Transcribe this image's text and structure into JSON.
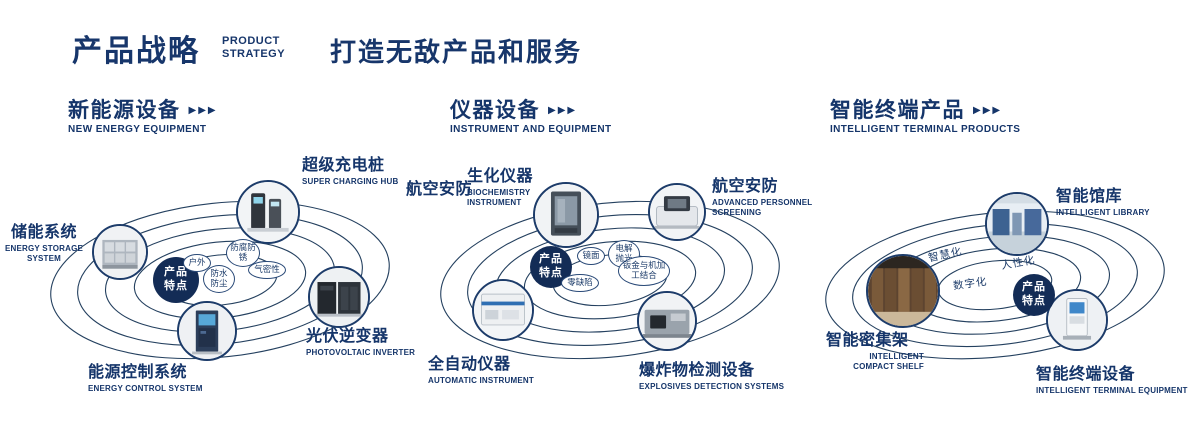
{
  "colors": {
    "accent": "#17366b",
    "badge_bg": "#132c56",
    "ring_stroke": "#24405f"
  },
  "arrow_glyph": "▶▶▶",
  "header": {
    "title": "产品战略",
    "subtitle_line1": "PRODUCT",
    "subtitle_line2": "STRATEGY",
    "tagline": "打造无敌产品和服务"
  },
  "badge": {
    "line1": "产品",
    "line2": "特点"
  },
  "sections": [
    {
      "title": "新能源设备",
      "subtitle": "NEW ENERGY EQUIPMENT",
      "tags": [
        "户外",
        "防腐防锈",
        "气密性",
        "防水防尘"
      ],
      "nodes": [
        {
          "label": "超级充电桩",
          "sublabel": "SUPER CHARGING HUB"
        },
        {
          "label": "储能系统",
          "sublabel": "ENERGY STORAGE SYSTEM"
        },
        {
          "label": "光伏逆变器",
          "sublabel": "PHOTOVOLTAIC INVERTER"
        },
        {
          "label": "能源控制系统",
          "sublabel": "ENERGY CONTROL SYSTEM"
        }
      ]
    },
    {
      "title": "仪器设备",
      "subtitle": "INSTRUMENT AND EQUIPMENT",
      "extra_label": "航空安防",
      "tags": [
        "镜面",
        "电解抛光",
        "零缺陷",
        "钣金与机加工结合"
      ],
      "nodes": [
        {
          "label": "生化仪器",
          "sublabel": "BIOCHEMISTRY INSTRUMENT"
        },
        {
          "label": "航空安防",
          "sublabel": "ADVANCED PERSONNEL SCREENING"
        },
        {
          "label": "全自动仪器",
          "sublabel": "AUTOMATIC INSTRUMENT"
        },
        {
          "label": "爆炸物检测设备",
          "sublabel": "EXPLOSIVES DETECTION SYSTEMS"
        }
      ]
    },
    {
      "title": "智能终端产品",
      "subtitle": "INTELLIGENT TERMINAL PRODUCTS",
      "tags": [
        "智慧化",
        "人性化",
        "数字化"
      ],
      "nodes": [
        {
          "label": "智能馆库",
          "sublabel": "INTELLIGENT LIBRARY"
        },
        {
          "label": "智能密集架",
          "sublabel": "INTELLIGENT COMPACT SHELF"
        },
        {
          "label": "智能终端设备",
          "sublabel": "INTELLIGENT TERMINAL EQUIPMENT"
        }
      ]
    }
  ]
}
